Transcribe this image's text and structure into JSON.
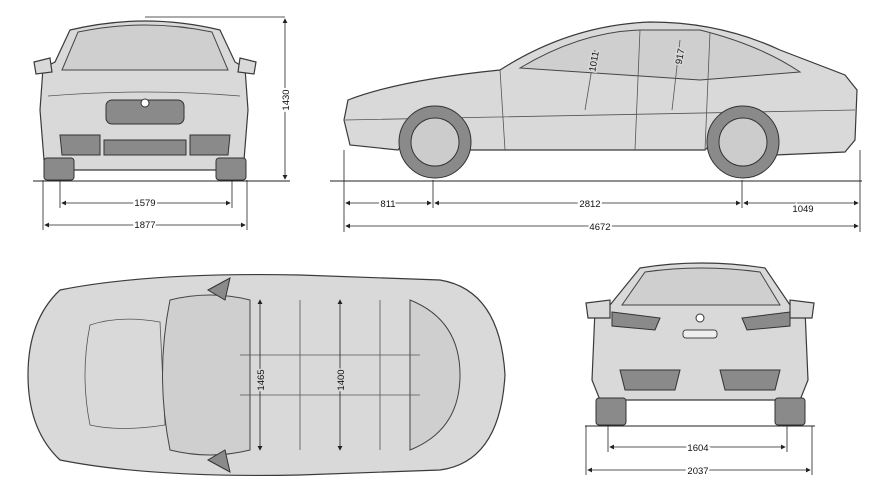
{
  "front_view": {
    "height": "1430",
    "track": "1579",
    "width": "1877"
  },
  "side_view": {
    "front_overhang": "811",
    "wheelbase": "2812",
    "rear_overhang": "1049",
    "length": "4672",
    "front_headroom": "1011",
    "rear_headroom": "917"
  },
  "top_view": {
    "front_interior_width": "1465",
    "rear_interior_width": "1400"
  },
  "rear_view": {
    "track": "1604",
    "width": "2037"
  }
}
